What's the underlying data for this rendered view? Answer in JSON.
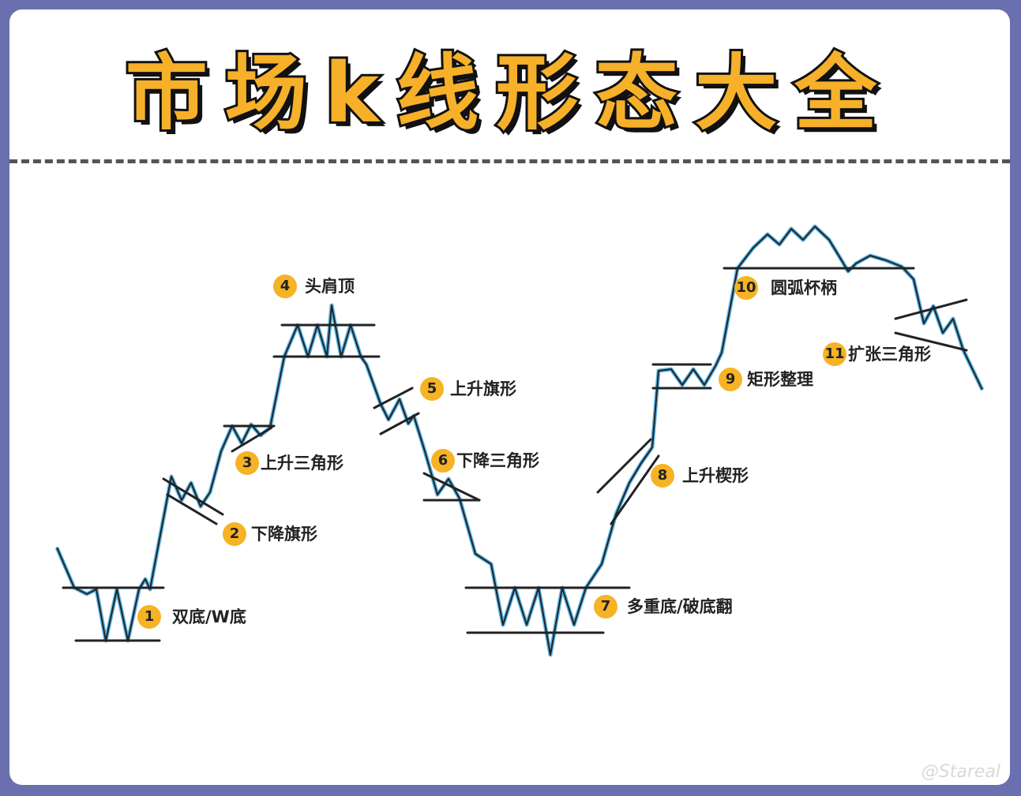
{
  "title": "市场k线形态大全",
  "watermark": "@Stareal",
  "colors": {
    "accent": "#f7b02a",
    "line": "#222222",
    "highlight": "#3aa6e0",
    "frame": "#6a6fb0"
  },
  "patterns": [
    {
      "num": "1",
      "label": "双底/W底"
    },
    {
      "num": "2",
      "label": "下降旗形"
    },
    {
      "num": "3",
      "label": "上升三角形"
    },
    {
      "num": "4",
      "label": "头肩顶"
    },
    {
      "num": "5",
      "label": "上升旗形"
    },
    {
      "num": "6",
      "label": "下降三角形"
    },
    {
      "num": "7",
      "label": "多重底/破底翻"
    },
    {
      "num": "8",
      "label": "上升楔形"
    },
    {
      "num": "9",
      "label": "矩形整理"
    },
    {
      "num": "10",
      "label": "圆弧杯柄"
    },
    {
      "num": "11",
      "label": "扩张三角形"
    }
  ]
}
